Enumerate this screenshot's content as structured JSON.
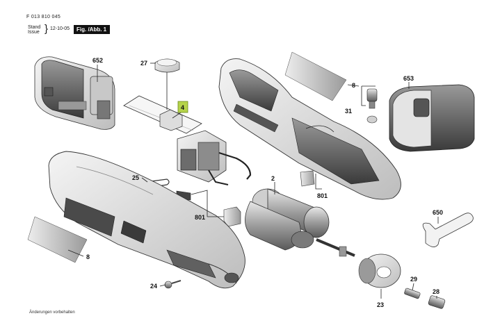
{
  "header": {
    "doc_number": "F 013 810 045",
    "stand_label": "Stand",
    "issue_label": "Issue",
    "date": "12-10-05",
    "figure_label": "Fig. /Abb. 1"
  },
  "footer": {
    "note": "Änderungen vorbehalten"
  },
  "parts": {
    "p652": "652",
    "p27": "27",
    "p4": "4",
    "p8a": "8",
    "p653": "653",
    "p31": "31",
    "p25": "25",
    "p2": "2",
    "p801a": "801",
    "p801b": "801",
    "p650": "650",
    "p8b": "8",
    "p24": "24",
    "p29": "29",
    "p28": "28",
    "p23": "23"
  },
  "colors": {
    "highlight": "#b5d34a",
    "ink": "#111111"
  }
}
